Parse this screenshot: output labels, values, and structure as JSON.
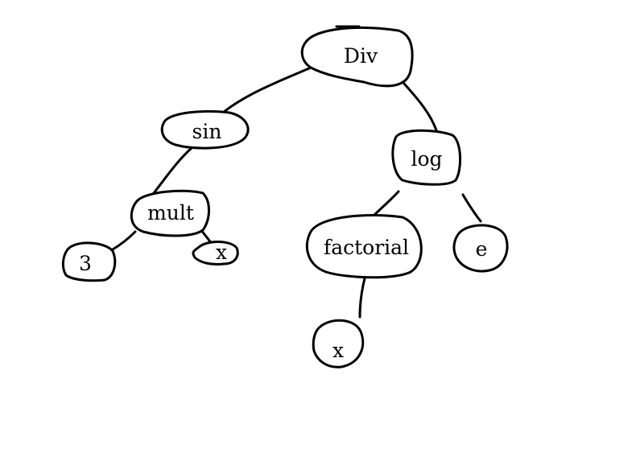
{
  "tree": {
    "nodes": {
      "div": "Div",
      "sin": "sin",
      "log": "log",
      "mult": "mult",
      "factorial": "factorial",
      "e": "e",
      "three": "3",
      "x_mult": "x",
      "x_factorial": "x"
    },
    "edges": [
      [
        "div",
        "sin"
      ],
      [
        "div",
        "log"
      ],
      [
        "sin",
        "mult"
      ],
      [
        "mult",
        "three"
      ],
      [
        "mult",
        "x_mult"
      ],
      [
        "log",
        "factorial"
      ],
      [
        "log",
        "e"
      ],
      [
        "factorial",
        "x_factorial"
      ]
    ]
  }
}
